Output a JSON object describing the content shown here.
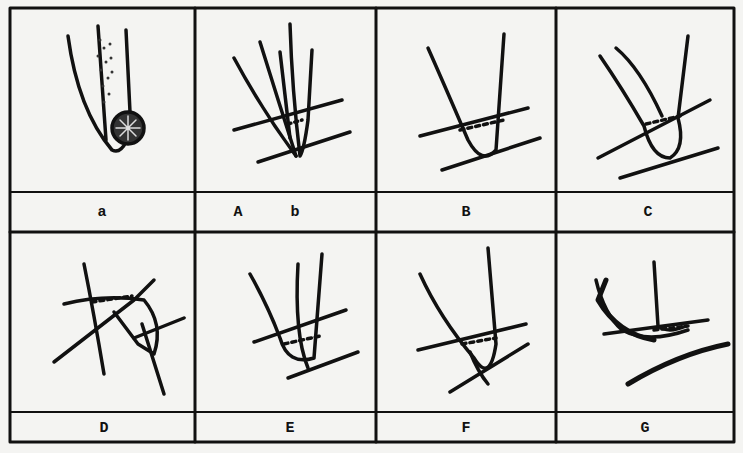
{
  "diagram": {
    "labels": [
      "a",
      "A",
      "b",
      "B",
      "C",
      "D",
      "E",
      "F",
      "G"
    ]
  }
}
